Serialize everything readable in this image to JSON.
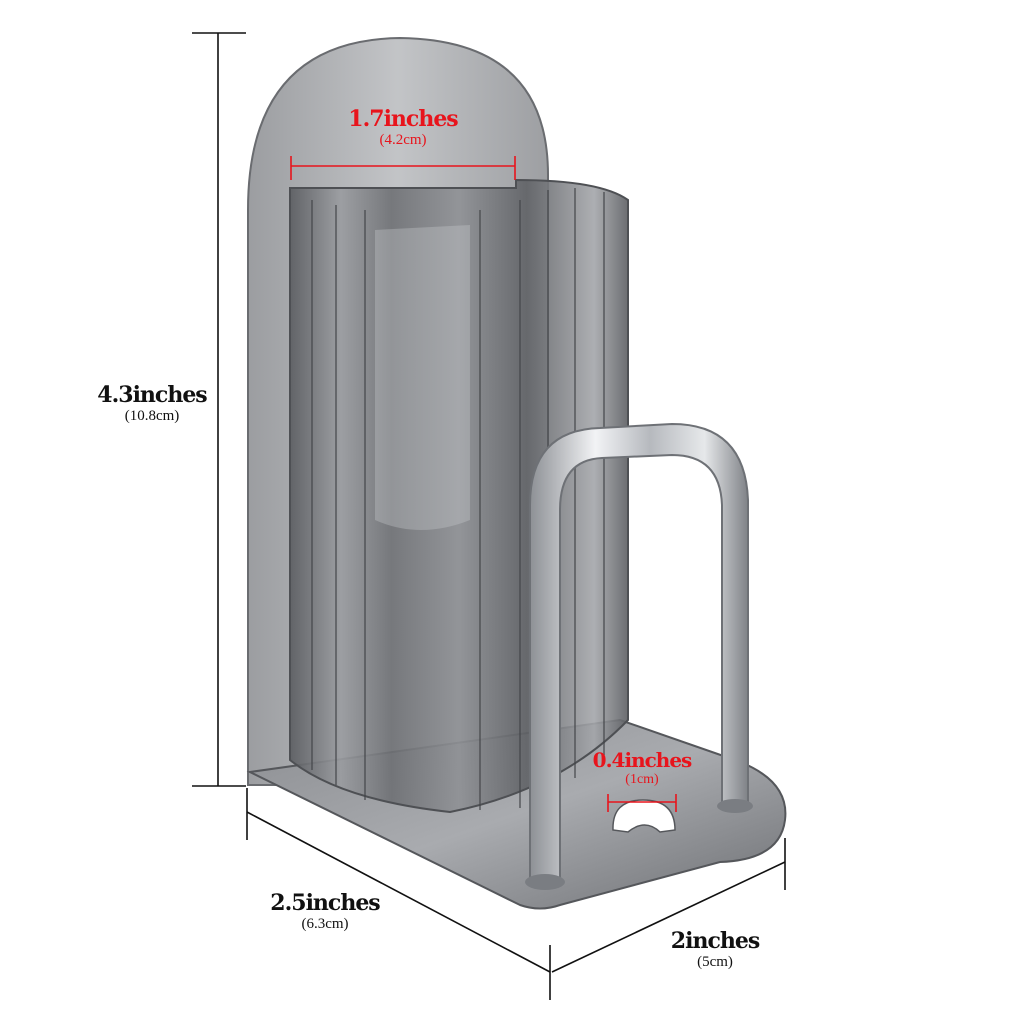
{
  "colors": {
    "accent": "#e8141c",
    "text": "#111111",
    "acrylic": "#7d7f84",
    "steel": "#c9ccd0"
  },
  "dimensions": {
    "height": {
      "main": "4.3inches",
      "sub": "(10.8cm)"
    },
    "cup_width": {
      "main": "1.7inches",
      "sub": "(4.2cm)"
    },
    "slot_width": {
      "main": "0.4inches",
      "sub": "(1cm)"
    },
    "depth": {
      "main": "2.5inches",
      "sub": "(6.3cm)"
    },
    "width": {
      "main": "2inches",
      "sub": "(5cm)"
    }
  }
}
